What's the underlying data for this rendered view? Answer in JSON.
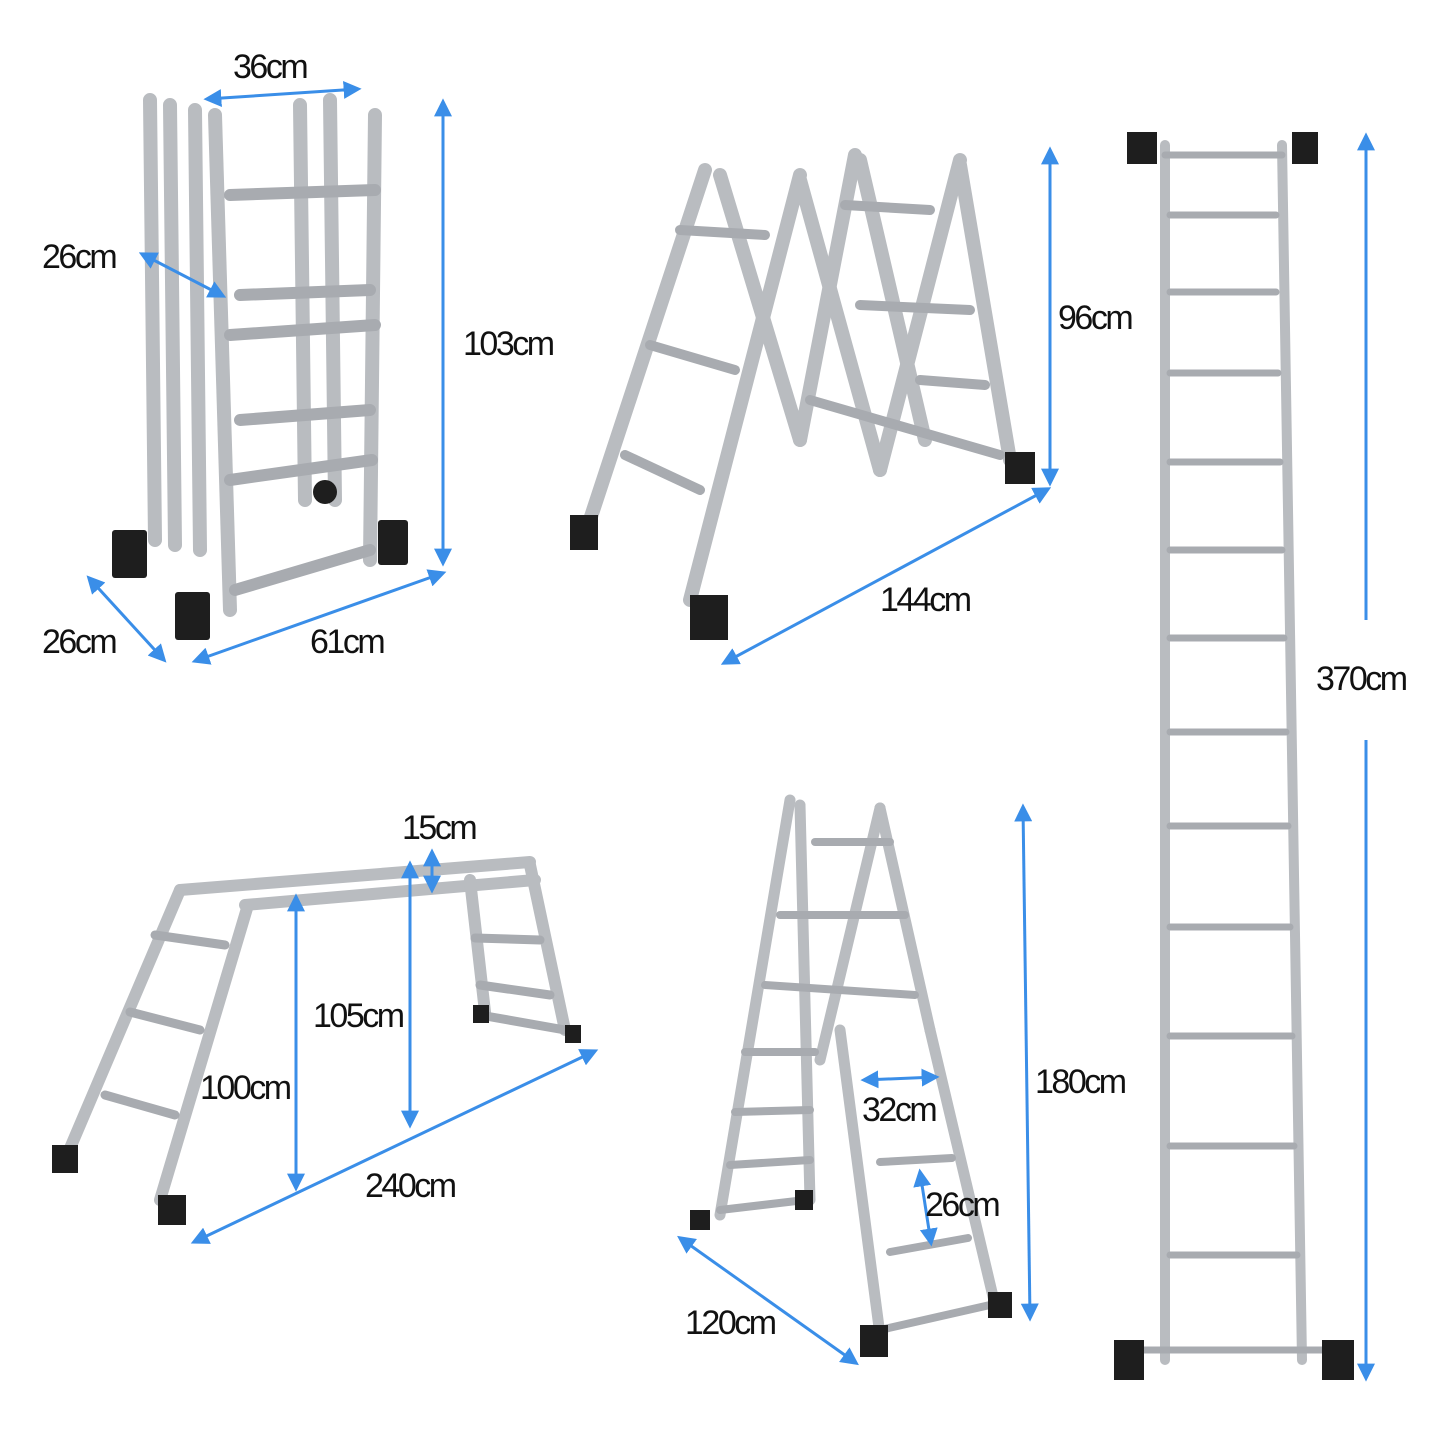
{
  "title": "Multi-position folding ladder dimensions",
  "accent_color": "#3a8ee8",
  "folded": {
    "width": "36cm",
    "depth_side": "26cm",
    "height": "103cm",
    "depth_bottom": "26cm",
    "length": "61cm"
  },
  "m_shape": {
    "height": "96cm",
    "length": "144cm"
  },
  "straight": {
    "height": "370cm"
  },
  "scaffold": {
    "rung_gap": "15cm",
    "platform_height": "105cm",
    "leg_height": "100cm",
    "length": "240cm"
  },
  "a_frame": {
    "rung_width": "32cm",
    "rung_spacing": "26cm",
    "height": "180cm",
    "base": "120cm"
  }
}
